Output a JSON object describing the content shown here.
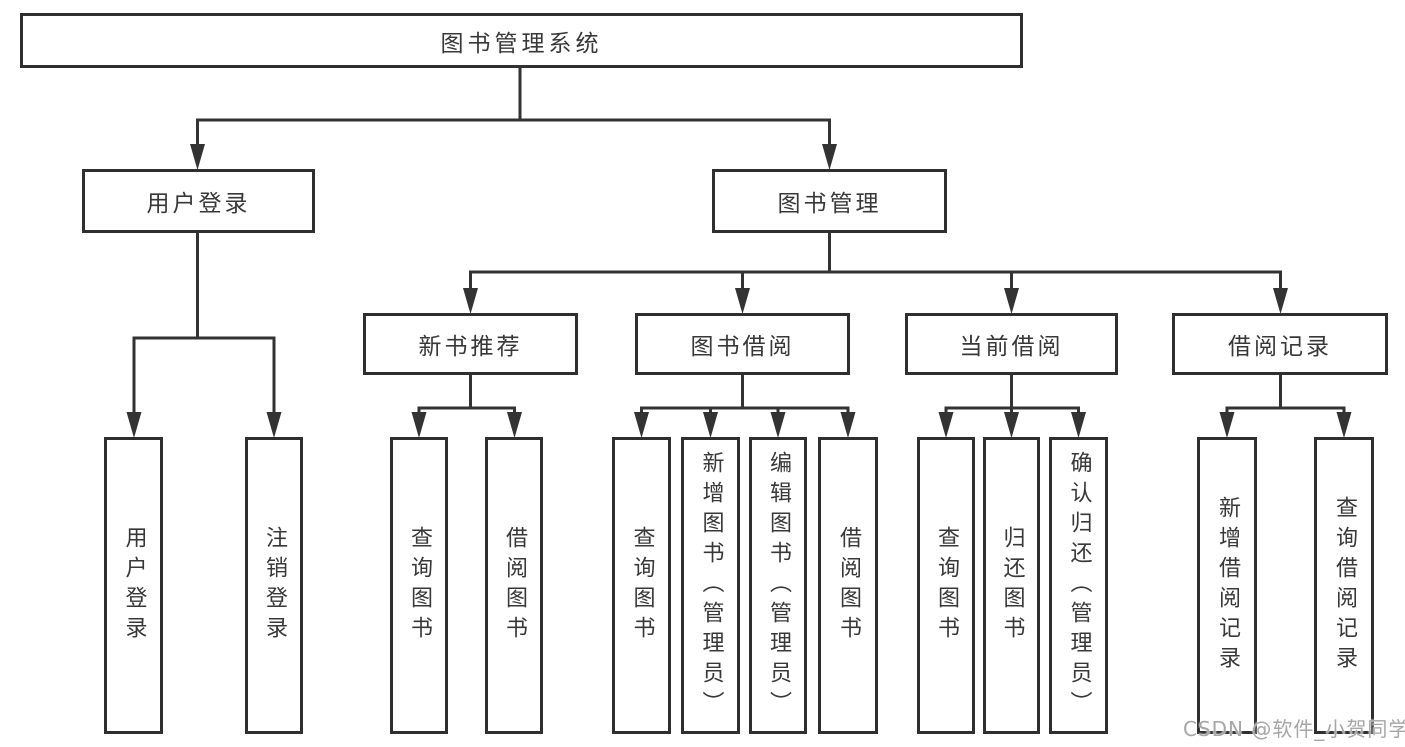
{
  "nodes": {
    "root": {
      "label": "图书管理系统"
    },
    "user_login": {
      "label": "用户登录"
    },
    "book_management": {
      "label": "图书管理"
    },
    "new_book_recommend": {
      "label": "新书推荐"
    },
    "book_borrowing": {
      "label": "图书借阅"
    },
    "current_borrowing": {
      "label": "当前借阅"
    },
    "borrowing_records": {
      "label": "借阅记录"
    }
  },
  "leaves": {
    "user_login": [
      "用户登录",
      "注销登录"
    ],
    "new_book_recommend": [
      "查询图书",
      "借阅图书"
    ],
    "book_borrowing": [
      "查询图书",
      "新增图书（管理员）",
      "编辑图书（管理员）",
      "借阅图书"
    ],
    "current_borrowing": [
      "查询图书",
      "归还图书",
      "确认归还（管理员）"
    ],
    "borrowing_records": [
      "新增借阅记录",
      "查询借阅记录"
    ]
  },
  "watermark": "CSDN @软件_小贺同学",
  "colors": {
    "line": "#333333",
    "border": "#2f2f2f",
    "text": "#383838",
    "watermark": "#a6a6a6",
    "background": "#ffffff"
  }
}
